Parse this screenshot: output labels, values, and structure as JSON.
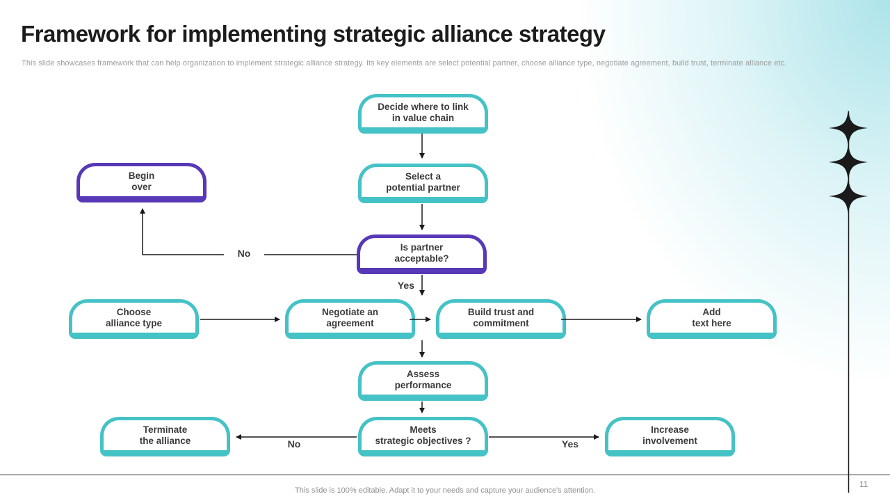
{
  "slide": {
    "title": "Framework for implementing strategic alliance strategy",
    "subtitle": "This slide showcases framework that can help organization to implement strategic alliance strategy. Its key elements are select potential partner, choose alliance type, negotiate agreement, build trust, terminate alliance etc.",
    "footer": "This slide is 100% editable. Adapt it to your needs and capture your audience's attention.",
    "page_number": "11"
  },
  "colors": {
    "teal_border": "#45c2c6",
    "purple_border": "#5738b7",
    "node_text": "#3a3a3a",
    "connector": "#1a1a1a",
    "muted_text": "#9b9b9b",
    "corner_gradient": "#7ad3dd"
  },
  "flowchart": {
    "nodes": [
      {
        "id": "decide",
        "variant": "teal",
        "label": "Decide where to link\nin value chain"
      },
      {
        "id": "begin",
        "variant": "purple",
        "label": "Begin\nover"
      },
      {
        "id": "select",
        "variant": "teal",
        "label": "Select a\npotential partner"
      },
      {
        "id": "partner",
        "variant": "purple",
        "label": "Is partner\nacceptable?"
      },
      {
        "id": "choose",
        "variant": "teal",
        "label": "Choose\nalliance type"
      },
      {
        "id": "negotiate",
        "variant": "teal",
        "label": "Negotiate an\nagreement"
      },
      {
        "id": "build",
        "variant": "teal",
        "label": "Build trust and\ncommitment"
      },
      {
        "id": "add",
        "variant": "teal",
        "label": "Add\ntext here"
      },
      {
        "id": "assess",
        "variant": "teal",
        "label": "Assess\nperformance"
      },
      {
        "id": "terminate",
        "variant": "teal",
        "label": "Terminate\nthe alliance"
      },
      {
        "id": "meets",
        "variant": "teal",
        "label": "Meets\nstrategic objectives ?"
      },
      {
        "id": "increase",
        "variant": "teal",
        "label": "Increase\ninvolvement"
      }
    ],
    "edge_labels": [
      {
        "id": "no-upper",
        "text": "No"
      },
      {
        "id": "yes-upper",
        "text": "Yes"
      },
      {
        "id": "no-lower",
        "text": "No"
      },
      {
        "id": "yes-lower",
        "text": "Yes"
      }
    ]
  },
  "decor": {
    "sparkle_icon": "four-point-star",
    "sparkle_count": 3
  }
}
